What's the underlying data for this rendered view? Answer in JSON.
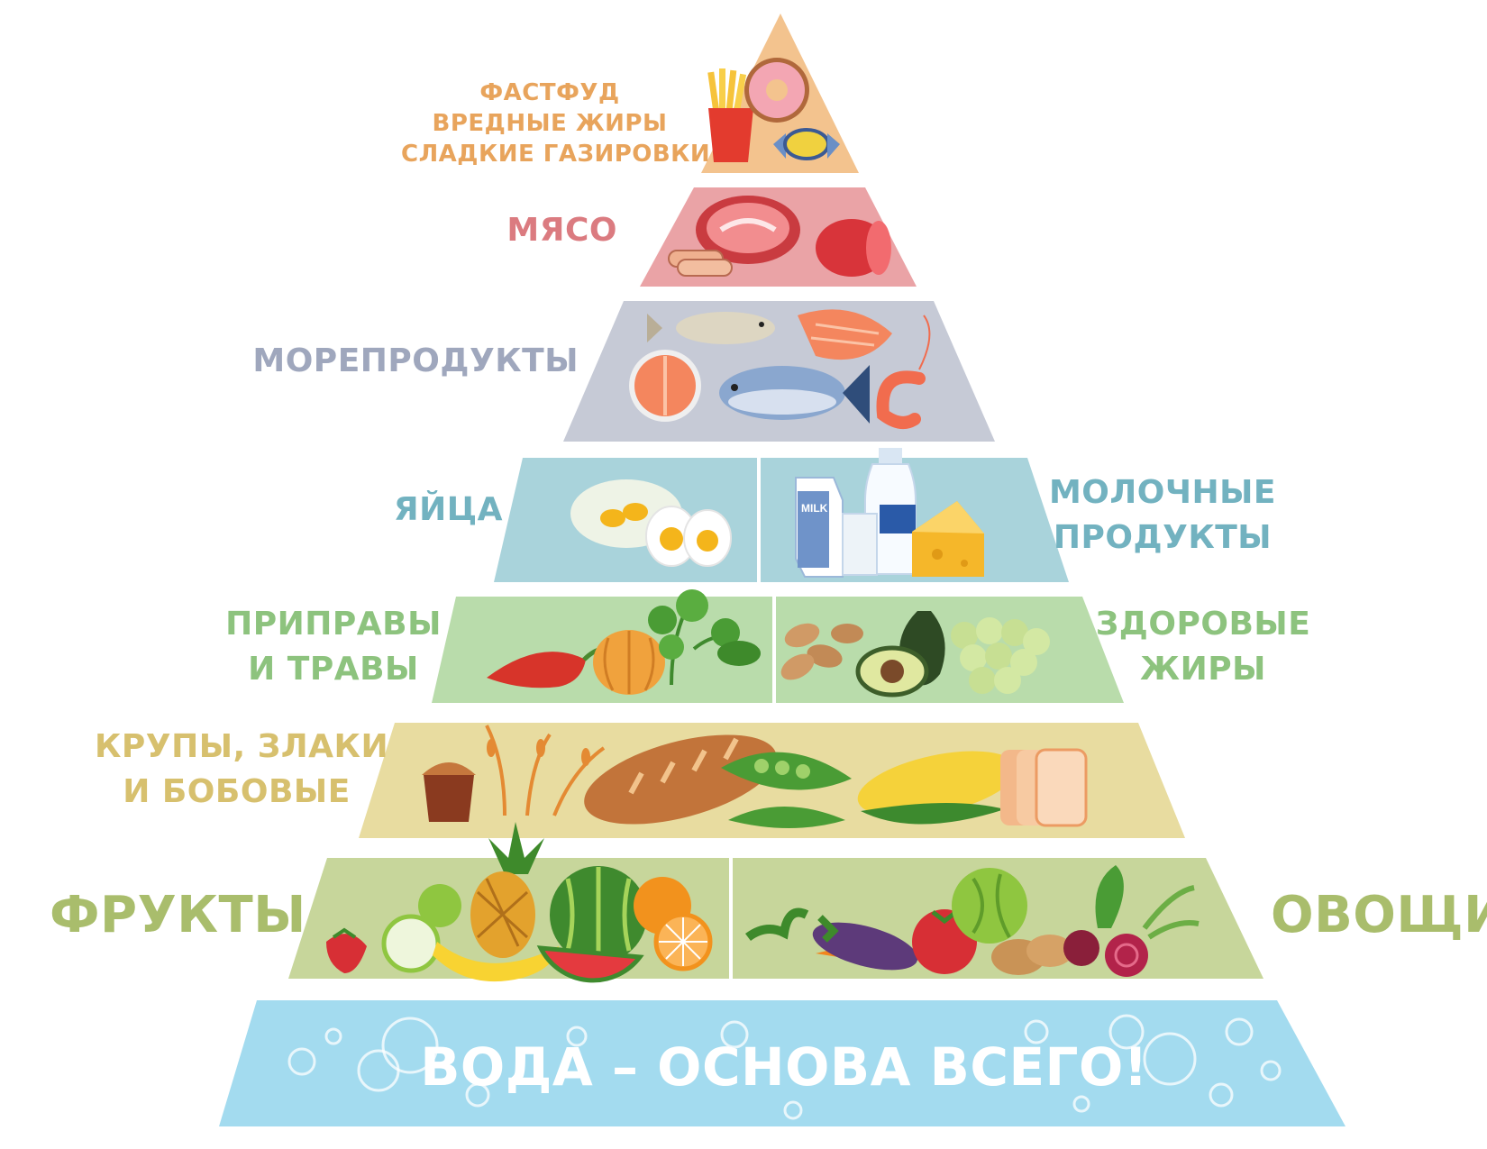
{
  "colors": {
    "junk": "#f3c38e",
    "meat": "#eaa3a6",
    "seafood": "#c6cad6",
    "eggs_dairy": "#a9d3db",
    "herbs_fats": "#b9dcab",
    "grains": "#e8dca0",
    "fruits_veg": "#c7d69b",
    "water": "#a3dbef",
    "label_junk": "#e8a45c",
    "label_meat": "#db7b80",
    "label_seafood": "#9fa7bd",
    "label_eggs_dairy": "#72b2c0",
    "label_herbs_fats": "#8dc37e",
    "label_grains": "#d7c06e",
    "label_fruits_veg": "#a9bd6c"
  },
  "tiers": {
    "junk": {
      "lines": [
        "ФАСТФУД",
        "ВРЕДНЫЕ ЖИРЫ",
        "СЛАДКИЕ ГАЗИРОВКИ"
      ],
      "icons": [
        "french-fries-icon",
        "donut-icon",
        "candy-icon"
      ]
    },
    "meat": {
      "label": "МЯСО",
      "icons": [
        "steak-icon",
        "ham-icon",
        "sausage-icon"
      ]
    },
    "seafood": {
      "label": "МОРЕПРОДУКТЫ",
      "icons": [
        "fish-icon",
        "salmon-fillet-icon",
        "salmon-steak-icon",
        "tuna-icon",
        "shrimp-icon"
      ]
    },
    "eggs": {
      "label": "ЯЙЦА",
      "icons": [
        "eggs-icon"
      ]
    },
    "dairy": {
      "lines": [
        "МОЛОЧНЫЕ",
        "ПРОДУКТЫ"
      ],
      "icons": [
        "milk-carton-icon",
        "milk-bottle-icon",
        "cheese-icon"
      ],
      "carton_text": "MILK"
    },
    "herbs": {
      "lines": [
        "ПРИПРАВЫ",
        "И ТРАВЫ"
      ],
      "icons": [
        "chili-pepper-icon",
        "onion-icon",
        "parsley-icon"
      ]
    },
    "fats": {
      "lines": [
        "ЗДОРОВЫЕ",
        "ЖИРЫ"
      ],
      "icons": [
        "almonds-icon",
        "avocado-icon",
        "grapes-icon"
      ]
    },
    "grains": {
      "lines": [
        "КРУПЫ, ЗЛАКИ",
        "И БОБОВЫЕ"
      ],
      "icons": [
        "muffin-icon",
        "wheat-icon",
        "bread-loaf-icon",
        "peas-icon",
        "corn-icon",
        "bread-slices-icon"
      ]
    },
    "fruits": {
      "label": "ФРУКТЫ",
      "icons": [
        "strawberry-icon",
        "apple-icon",
        "pineapple-icon",
        "banana-icon",
        "watermelon-icon",
        "orange-icon"
      ]
    },
    "vegetables": {
      "label": "ОВОЩИ",
      "icons": [
        "carrot-icon",
        "eggplant-icon",
        "tomato-icon",
        "cabbage-icon",
        "potato-icon",
        "beetroot-icon"
      ]
    },
    "water": {
      "label": "ВОДА – ОСНОВА ВСЕГО!",
      "icons": [
        "bubbles-icon"
      ]
    }
  }
}
